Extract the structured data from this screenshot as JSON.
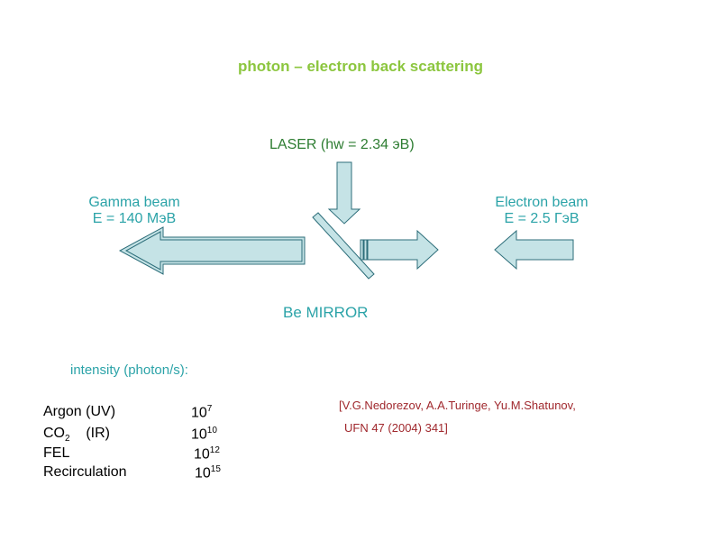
{
  "title": "photon – electron  back scattering",
  "laser_label": "LASER   (hw = 2.34 эВ)",
  "gamma": {
    "line1": "Gamma beam",
    "line2": "E = 140 МэВ"
  },
  "electron": {
    "line1": "Electron beam",
    "line2": "E = 2.5 ГэВ"
  },
  "mirror_label": "Be  MIRROR",
  "intensity_header": "intensity (photon/s):",
  "sources": [
    {
      "name": "Argon (UV)",
      "base": "10",
      "exp": "7"
    },
    {
      "name_main": "CO",
      "name_sub": "2",
      "name_rest": "    (IR)",
      "base": "10",
      "exp": "10"
    },
    {
      "name": "FEL",
      "base": "10",
      "exp": "12"
    },
    {
      "name": "Recirculation",
      "base": "10",
      "exp": "15"
    }
  ],
  "reference": {
    "line1": "[V.G.Nedorezov, A.A.Turinge, Yu.M.Shatunov,",
    "line2": "UFN 47 (2004) 341]"
  },
  "colors": {
    "arrow_fill": "#c5e3e6",
    "arrow_stroke": "#2d6e7a",
    "title": "#8cc63f",
    "teal": "#2ba3a8",
    "ref": "#a0282d"
  }
}
